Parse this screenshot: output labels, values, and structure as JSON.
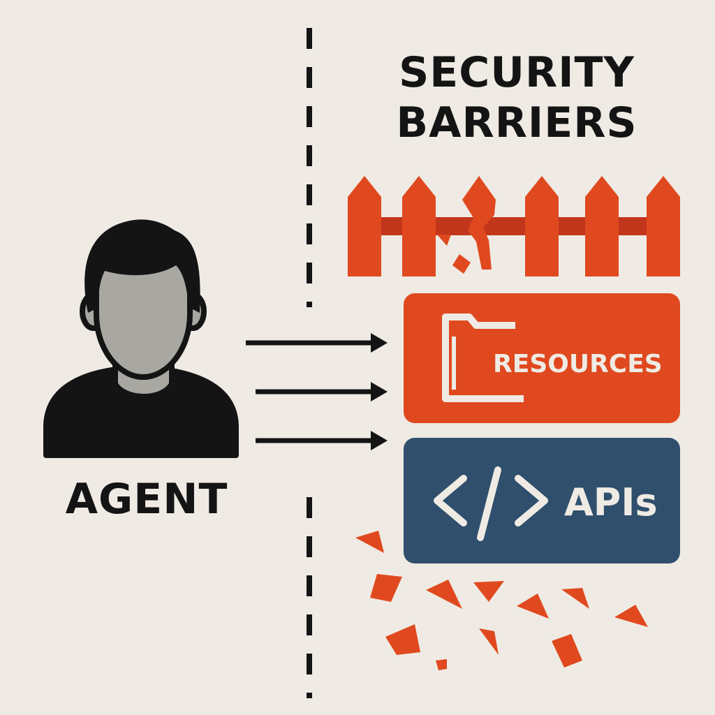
{
  "title": {
    "line1": "SECURITY",
    "line2": "BARRIERS"
  },
  "agent": {
    "label": "AGENT"
  },
  "boxes": {
    "resources": {
      "label": "RESOURCES",
      "icon": "folder-icon"
    },
    "apis": {
      "label": "APIs",
      "icon": "code-brackets-icon"
    }
  },
  "colors": {
    "background": "#efebe4",
    "accent_red": "#e0491f",
    "fence_rail": "#c2361c",
    "api_blue": "#2f4f6d",
    "ink": "#141414",
    "face": "#a9a7a2"
  }
}
